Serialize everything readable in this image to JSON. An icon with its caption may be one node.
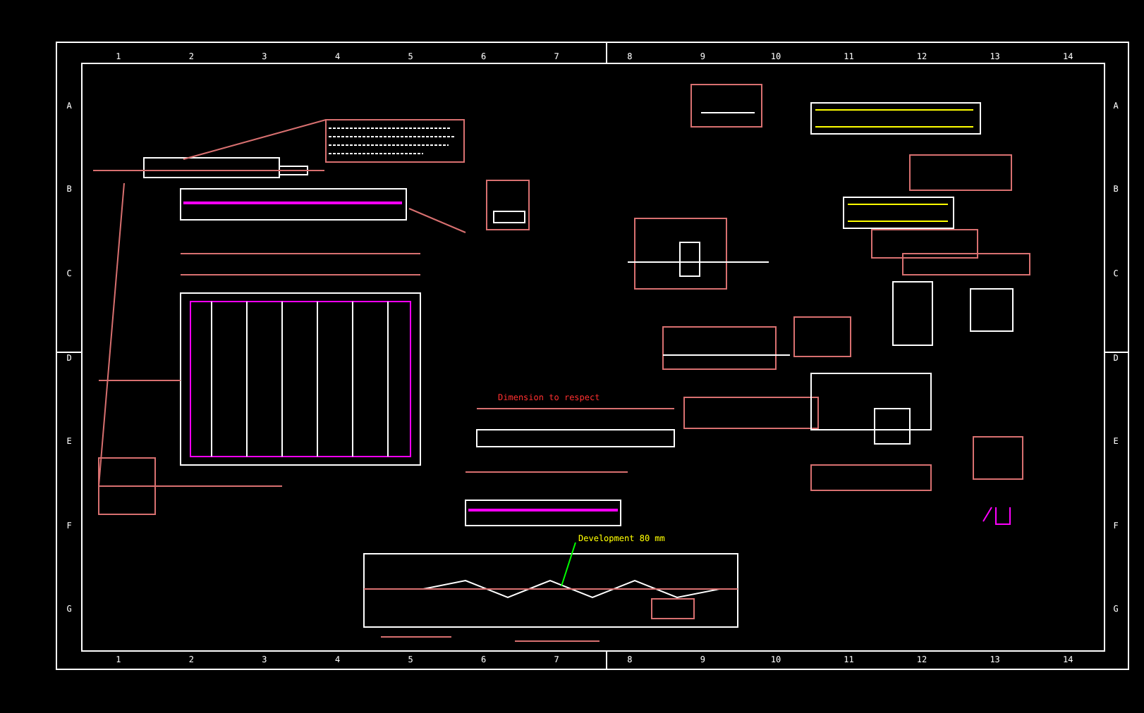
{
  "diagram": {
    "labels": [
      "1",
      "2",
      "3",
      "4",
      "5",
      "6",
      "7",
      "8",
      "9",
      "10",
      "11",
      "12",
      "13",
      "14",
      "A",
      "A",
      "B",
      "B",
      "C",
      "C",
      "D",
      "D",
      "E",
      "E",
      "F",
      "F",
      "G",
      "G",
      "Dimension to respect",
      "Development 80 mm",
      "1",
      "2",
      "3",
      "4",
      "5",
      "6",
      "7",
      "8",
      "9",
      "10",
      "11",
      "12",
      "13",
      "14"
    ]
  }
}
